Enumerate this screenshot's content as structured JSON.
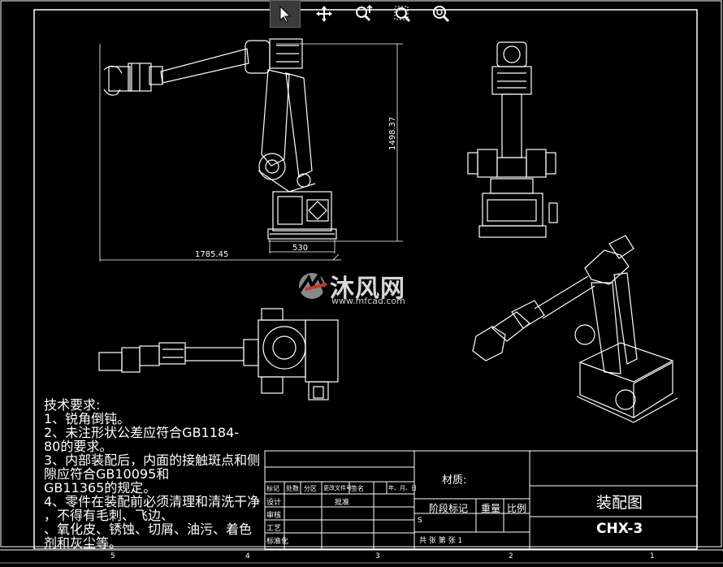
{
  "toolbar": {
    "buttons": [
      {
        "name": "select-tool-button",
        "icon": "arrow-pointer-icon",
        "active": true
      },
      {
        "name": "pan-tool-button",
        "icon": "move-arrows-icon",
        "active": false
      },
      {
        "name": "zoom-realtime-button",
        "icon": "zoom-realtime-icon",
        "active": false
      },
      {
        "name": "zoom-window-button",
        "icon": "zoom-window-icon",
        "active": false
      },
      {
        "name": "zoom-extents-button",
        "icon": "zoom-extents-icon",
        "active": false
      }
    ]
  },
  "dimensions": {
    "height": "1498.37",
    "width": "1785.45",
    "base": "530"
  },
  "watermark": {
    "name": "沐风网",
    "url": "www.mfcad.com"
  },
  "requirements": {
    "lines": [
      "技术要求:",
      "1、锐角倒钝。",
      "2、未注形状公差应符合GB1184-",
      "80的要求。",
      "3、内部装配后，内面的接触斑点和侧",
      "隙应符合GB10095和",
      "GB11365的规定。",
      "4、零件在装配前必须清理和清洗干净",
      "，不得有毛刺、飞边、",
      "、氧化皮、锈蚀、切屑、油污、着色",
      "剂和灰尘等。"
    ]
  },
  "title_block": {
    "material_label": "材质:",
    "stage_label": "阶段标记",
    "weight_label": "重量",
    "scale_label": "比例",
    "title": "装配图",
    "drawing_no": "CHX-3",
    "stage_s": "S",
    "sheets": "共  张 第  张 1",
    "rev_headers": [
      "标记",
      "处数",
      "分区",
      "更改文件号",
      "签名",
      "年、月、日"
    ],
    "roles": [
      "设计",
      "审核",
      "工艺",
      "标准化"
    ],
    "approve": "批准"
  },
  "border_zones": [
    "5",
    "4",
    "3",
    "2",
    "1"
  ]
}
